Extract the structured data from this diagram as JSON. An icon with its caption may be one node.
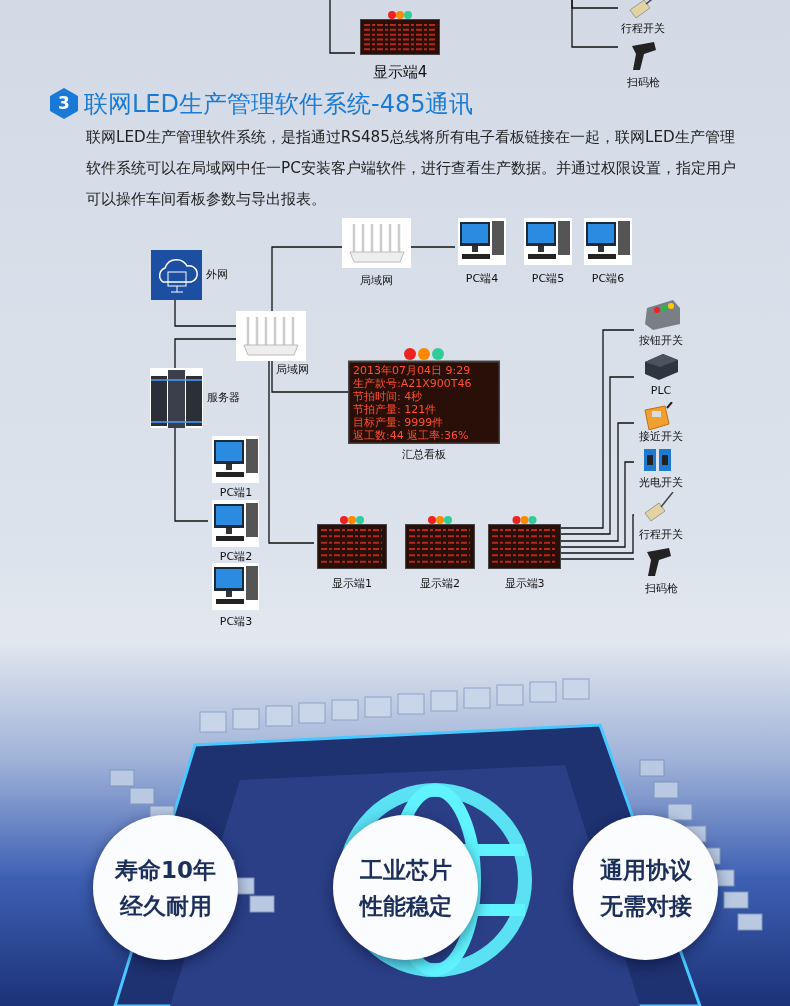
{
  "diagram": {
    "title": "联网LED生产管理软件系统-485通讯",
    "nodes": [
      {
        "text": [
          "显示端4"
        ]
      },
      {
        "text": [
          "行程开关"
        ]
      },
      {
        "text": [
          "扫码枪"
        ]
      },
      {
        "text": [
          "外网"
        ]
      },
      {
        "text": [
          "局域网"
        ]
      },
      {
        "text": [
          "局域网"
        ]
      },
      {
        "text": [
          "PC端4"
        ]
      },
      {
        "text": [
          "PC端5"
        ]
      },
      {
        "text": [
          "PC端6"
        ]
      },
      {
        "text": [
          "服务器"
        ]
      },
      {
        "text": [
          "汇总看板"
        ]
      },
      {
        "text": [
          "PC端1"
        ]
      },
      {
        "text": [
          "PC端2"
        ]
      },
      {
        "text": [
          "PC端3"
        ]
      },
      {
        "text": [
          "显示端1"
        ]
      },
      {
        "text": [
          "显示端2"
        ]
      },
      {
        "text": [
          "显示端3"
        ]
      },
      {
        "text": [
          "按钮开关"
        ]
      },
      {
        "text": [
          "PLC"
        ]
      },
      {
        "text": [
          "接近开关"
        ]
      },
      {
        "text": [
          "光电开关"
        ]
      },
      {
        "text": [
          "行程开关"
        ]
      },
      {
        "text": [
          "扫码枪"
        ]
      },
      {
        "text": [
          "寿命10年经久耐用"
        ]
      },
      {
        "text": [
          "工业芯片性能稳定"
        ]
      },
      {
        "text": [
          "通用协议无需对接"
        ]
      }
    ],
    "edges": [
      {
        "from": null,
        "to": 0,
        "arrow": "none"
      },
      {
        "from": null,
        "to": 1,
        "arrow": "none"
      },
      {
        "from": null,
        "to": 2,
        "arrow": "none"
      },
      {
        "from": 3,
        "to": 4,
        "arrow": "none"
      },
      {
        "from": 4,
        "to": 5,
        "arrow": "none"
      },
      {
        "from": 5,
        "to": 6,
        "arrow": "none"
      },
      {
        "from": 4,
        "to": 9,
        "arrow": "none"
      },
      {
        "from": 9,
        "to": 12,
        "arrow": "none"
      },
      {
        "from": 4,
        "to": 10,
        "arrow": "none"
      },
      {
        "from": 4,
        "to": 14,
        "arrow": "none"
      },
      {
        "from": 16,
        "to": 17,
        "arrow": "none"
      },
      {
        "from": 16,
        "to": 18,
        "arrow": "none"
      },
      {
        "from": 16,
        "to": 19,
        "arrow": "none"
      },
      {
        "from": 16,
        "to": 20,
        "arrow": "none"
      },
      {
        "from": 16,
        "to": 21,
        "arrow": "none"
      },
      {
        "from": 16,
        "to": 22,
        "arrow": "none"
      }
    ],
    "labels": [
      "3",
      "联网LED生产管理软件系统，是指通过RS485总线将所有电子看板链接在一起，联网LED生产管理软件系统可以在局域网中任一PC安装客户端软件，进行查看生产数据。并通过权限设置，指定用户可以操作车间看板参数与导出报表。",
      "2013年07月04日 9:29",
      "生产款号:A21X900T46",
      "节拍时间: 4秒",
      "节拍产量: 121件",
      "目标产量: 9999件",
      "返工数:44 返工率:36%"
    ]
  }
}
